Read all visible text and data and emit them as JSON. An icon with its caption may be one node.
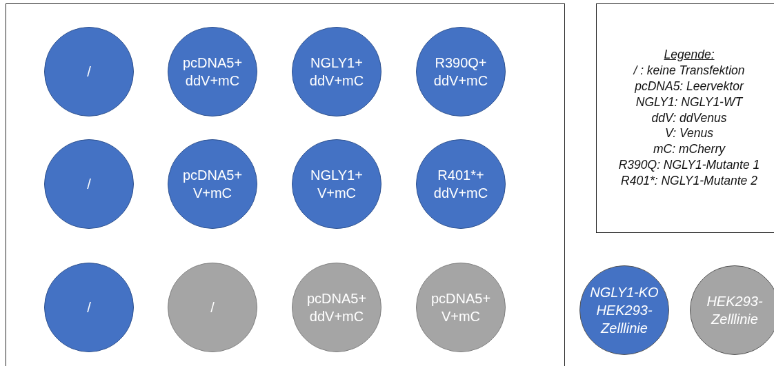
{
  "diagram": {
    "nodes": [
      {
        "text": [],
        "shape": "box"
      },
      {
        "text": [
          "/"
        ],
        "in": 0
      },
      {
        "text": [
          "pcDNA5+ ddV+mC"
        ],
        "in": 0
      },
      {
        "text": [
          "NGLY1+ ddV+mC"
        ],
        "in": 0
      },
      {
        "text": [
          "R390Q+ ddV+mC"
        ],
        "in": 0
      },
      {
        "text": [
          "/"
        ],
        "in": 0
      },
      {
        "text": [
          "pcDNA5+ V+mC"
        ],
        "in": 0
      },
      {
        "text": [
          "NGLY1+ V+mC"
        ],
        "in": 0
      },
      {
        "text": [
          "R401*+ ddV+mC"
        ],
        "in": 0
      },
      {
        "text": [
          "/"
        ],
        "in": 0
      },
      {
        "text": [
          "/"
        ],
        "in": 0
      },
      {
        "text": [
          "pcDNA5+ ddV+mC"
        ],
        "in": 0
      },
      {
        "text": [
          "pcDNA5+ V+mC"
        ],
        "in": 0
      },
      {
        "text": [
          "Legende:",
          "/ : keine Transfektion",
          "pcDNA5: Leervektor",
          "NGLY1: NGLY1-WT",
          "ddV: ddVenus",
          "V: Venus",
          "mC: mCherry",
          "R390Q: NGLY1-Mutante 1",
          "R401*: NGLY1-Mutante 2"
        ]
      }
    ],
    "legend": [
      {
        "text": "NGLY1-KO HEK293-Zelllinie",
        "color": "#4472c4"
      },
      {
        "text": "HEK293-Zelllinie",
        "color": "#a5a5a5"
      }
    ]
  }
}
